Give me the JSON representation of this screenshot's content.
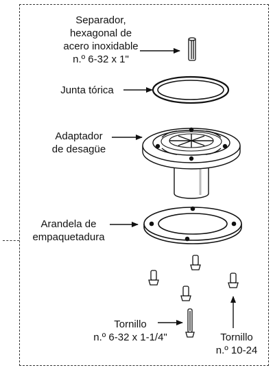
{
  "labels": {
    "spacer": {
      "lines": [
        "Separador,",
        "hexagonal de",
        "acero inoxidable",
        "n.º 6-32 x 1\""
      ]
    },
    "oring": {
      "lines": [
        "Junta tórica"
      ]
    },
    "drain_adapter": {
      "lines": [
        "Adaptador",
        "de desagüe"
      ]
    },
    "gasket_washer": {
      "lines": [
        "Arandela de",
        "empaquetadura"
      ]
    },
    "screw_6_32": {
      "lines": [
        "Tornillo",
        "n.º 6-32 x 1-1/4\""
      ]
    },
    "screw_10_24": {
      "lines": [
        "Tornillo",
        "n.º 10-24"
      ]
    }
  },
  "icons": [
    "arrow-right-icon",
    "arrow-up-icon"
  ],
  "colors": {
    "line": "#111111",
    "frame": "#333333",
    "fill": "#ffffff",
    "shade": "#bbbbbb"
  }
}
